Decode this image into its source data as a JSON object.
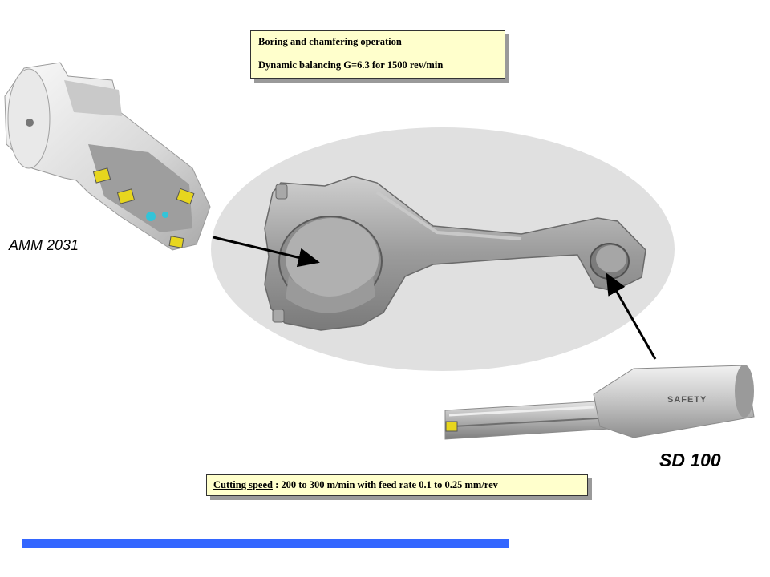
{
  "top_note": {
    "line1": "Boring and chamfering  operation",
    "line2": "Dynamic balancing  G=6.3  for 1500 rev/min"
  },
  "tools": {
    "left_tool_label": "AMM 2031",
    "right_tool_label": "SD 100",
    "right_tool_brand_mark": "SAFETY"
  },
  "bottom_note": {
    "label": "Cutting  speed",
    "text": " : 200 to 300 m/min  with  feed rate 0.1 to 0.25 mm/rev"
  },
  "colors": {
    "note_background": "#ffffcc",
    "accent_bar": "#3366ff",
    "ellipse": "#e0e0e0"
  }
}
